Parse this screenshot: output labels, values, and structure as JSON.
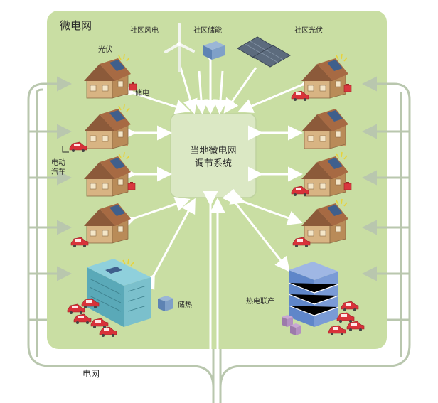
{
  "microgrid_title": "微电网",
  "center_box": {
    "line1": "当地微电网",
    "line2": "调节系统"
  },
  "top_labels": {
    "wind": "社区风电",
    "storage": "社区储能",
    "solar": "社区光伏"
  },
  "house_labels": {
    "pv": "光伏",
    "battery": "储电",
    "ev_line1": "电动",
    "ev_line2": "汽车"
  },
  "bottom_labels": {
    "heat_storage": "储热",
    "chp": "热电联产",
    "grid": "电网"
  },
  "colors": {
    "background_panel": "#c9dea3",
    "center_box": "#dbe8c4",
    "arrows": "#ffffff",
    "grid_lines": "#b9c7ae",
    "house_wall": "#d8b483",
    "roof": "#8c5a3a",
    "car": "#d8323a",
    "battery": "#d9363e",
    "building_office": "#5aa9b8",
    "building_chp": "#5f86c9"
  }
}
